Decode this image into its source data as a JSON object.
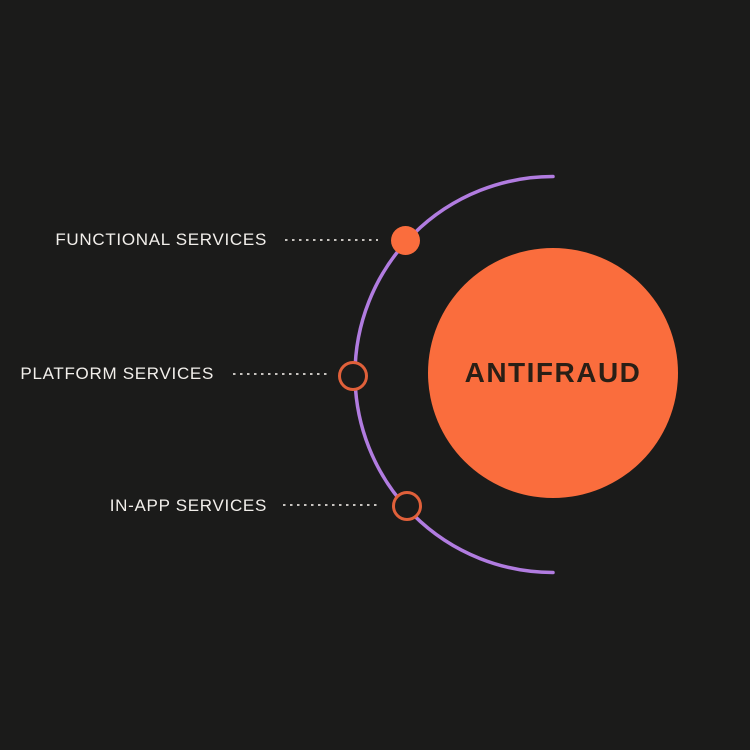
{
  "diagram": {
    "title": "ANTIFRAUD",
    "items": [
      {
        "label": "FUNCTIONAL SERVICES",
        "node_style": "filled"
      },
      {
        "label": "PLATFORM SERVICES",
        "node_style": "outline"
      },
      {
        "label": "IN-APP SERVICES",
        "node_style": "outline"
      }
    ],
    "colors": {
      "background": "#1b1b1a",
      "accent_orange": "#fa6d3d",
      "node_ring_orange": "#e0603a",
      "arc_purple": "#b17ce0",
      "label_text": "#f2efeb",
      "dotted_line": "#c7c3bf",
      "title_text": "#291f16"
    }
  }
}
